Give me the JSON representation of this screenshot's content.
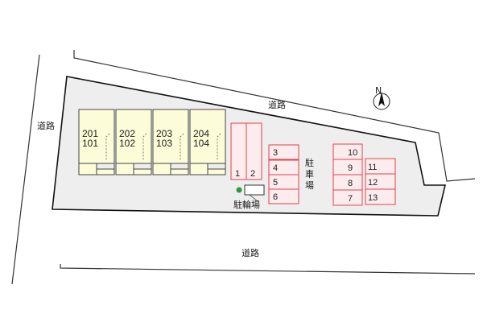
{
  "roads": {
    "north": "道路",
    "west": "道路",
    "south": "道路"
  },
  "compass": {
    "label": "N"
  },
  "parking": {
    "label_chars": [
      "駐",
      "車",
      "場"
    ]
  },
  "bicycle_parking": {
    "label": "駐輪場"
  },
  "buildings": [
    {
      "upper": "201",
      "lower": "101"
    },
    {
      "upper": "202",
      "lower": "102"
    },
    {
      "upper": "203",
      "lower": "103"
    },
    {
      "upper": "204",
      "lower": "104"
    }
  ],
  "spaces": [
    "1",
    "2",
    "3",
    "4",
    "5",
    "6",
    "7",
    "8",
    "9",
    "10",
    "11",
    "12",
    "13"
  ],
  "colors": {
    "lot_fill": "#eeeeee",
    "building_fill": "#fcfcd8",
    "parking_stroke": "#e4404a",
    "parking_fill": "#fdecee",
    "tree": "#2a9b3a"
  }
}
